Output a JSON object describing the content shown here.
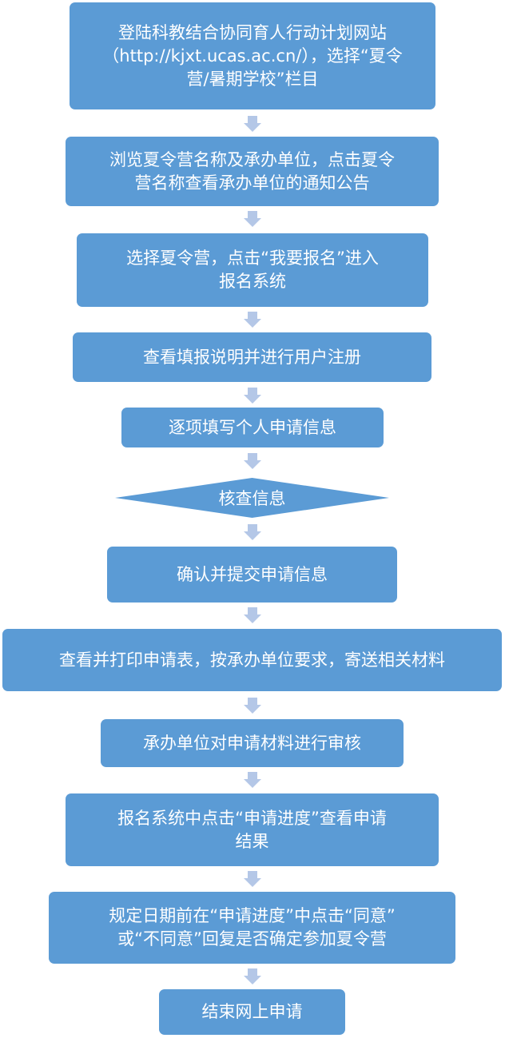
{
  "flowchart": {
    "steps": [
      {
        "lines": [
          "登陆科教结合协同育人行动计划网站",
          "（http://kjxt.ucas.ac.cn/），选择“夏令",
          "营/暑期学校”栏目"
        ]
      },
      {
        "lines": [
          "浏览夏令营名称及承办单位，点击夏令",
          "营名称查看承办单位的通知公告"
        ]
      },
      {
        "lines": [
          "选择夏令营，点击“我要报名”进入",
          "报名系统"
        ]
      },
      {
        "lines": [
          "查看填报说明并进行用户注册"
        ]
      },
      {
        "lines": [
          "逐项填写个人申请信息"
        ]
      },
      {
        "lines": [
          "核查信息"
        ]
      },
      {
        "lines": [
          "确认并提交申请信息"
        ]
      },
      {
        "lines": [
          "查看并打印申请表，按承办单位要求，寄送相关材料"
        ]
      },
      {
        "lines": [
          "承办单位对申请材料进行审核"
        ]
      },
      {
        "lines": [
          "报名系统中点击“申请进度”查看申请",
          "结果"
        ]
      },
      {
        "lines": [
          "规定日期前在“申请进度”中点击“同意”",
          "或“不同意”回复是否确定参加夏令营"
        ]
      },
      {
        "lines": [
          "结束网上申请"
        ]
      }
    ]
  },
  "colors": {
    "box_fill": "#5b9bd5",
    "arrow_fill": "#b4c7e7",
    "text": "#ffffff"
  }
}
